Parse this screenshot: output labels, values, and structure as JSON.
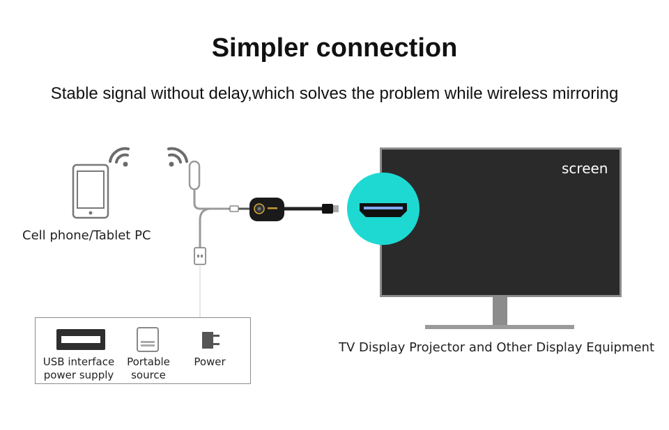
{
  "title": "Simpler connection",
  "subtitle": "Stable signal without delay,which solves the problem while wireless mirroring",
  "phone_label": "Cell phone/Tablet PC",
  "display_label": "TV Display Projector and Other Display Equipment",
  "screen_label": "screen",
  "power_options": {
    "usb": [
      "USB interface",
      "power supply"
    ],
    "portable": [
      "Portable",
      "source"
    ],
    "power": [
      "Power"
    ]
  },
  "colors": {
    "hdmi_badge": "#1ed9d2",
    "monitor_screen": "#2a2a2a",
    "monitor_frame": "#8c8c8c",
    "wifi_icon": "#6b6b6b"
  },
  "icons": [
    "phone-icon",
    "wifi-icon",
    "hdmi-dongle-icon",
    "hdmi-port-icon",
    "usb-port-icon",
    "power-bank-icon",
    "wall-plug-icon"
  ]
}
